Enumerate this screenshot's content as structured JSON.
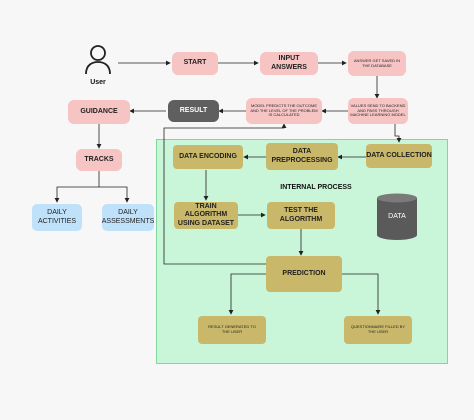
{
  "user": {
    "label": "User"
  },
  "region": {
    "title": "INTERNAL PROCESS"
  },
  "database": {
    "label": "DATA"
  },
  "nodes": {
    "start": "START",
    "input_answers": "INPUT ANSWERS",
    "answer_saved": "ANSWER GET SAVED IN THE DATABASE",
    "values_send": "VALUES SEND TO BACKEND AND PASS THROUGH MACHINE LEARNING MODEL",
    "model_predicts": "MODEL PREDICTS THE OUTCOME AND THE LEVEL OF THE PROBLEM IS CALCULATED",
    "result": "RESULT",
    "guidance": "GUIDANCE",
    "tracks": "TRACKS",
    "daily_activities": "DAILY ACTIVITIES",
    "daily_assessments": "DAILY ASSESSMENTS",
    "data_collection": "DATA COLLECTION",
    "data_preprocessing": "DATA PREPROCESSING",
    "data_encoding": "DATA ENCODING",
    "train_algorithm": "TRAIN ALGORITHM USING DATASET",
    "test_algorithm": "TEST THE ALGORITHM",
    "prediction": "PREDICTION",
    "result_generated": "RESULT GENERATED TO THE USER",
    "questionnaire_filled": "QUESTIONNAIRE FILLED BY THE USER"
  },
  "colors": {
    "pink": "#f7c4c4",
    "olive": "#c9b86a",
    "grey": "#5f5f5f",
    "blue": "#bfe1fa",
    "region": "#c9f5d8",
    "arrow": "#222222"
  }
}
